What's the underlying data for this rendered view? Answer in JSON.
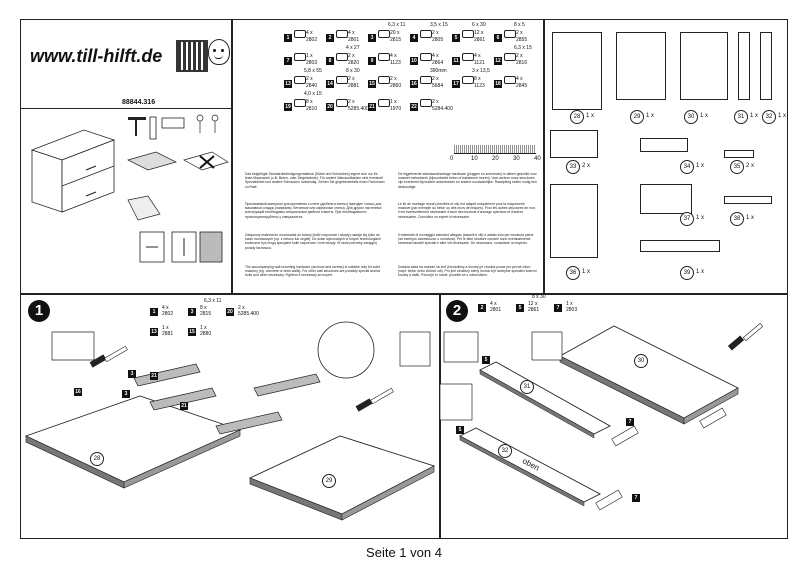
{
  "brand": {
    "logo_text": "www.till-hilft.de"
  },
  "article_number": "88844.316",
  "footer": {
    "page_label": "Seite 1 von 4"
  },
  "hardware": [
    {
      "id": "1",
      "qty": "4 x",
      "code": "2802"
    },
    {
      "id": "2",
      "qty": "4 x",
      "code": "2801"
    },
    {
      "id": "3",
      "qty": "20 x",
      "spec": "6,3 x 11",
      "code": "2815"
    },
    {
      "id": "4",
      "qty": "2 x",
      "spec": "3,5 x 15",
      "code": "2805"
    },
    {
      "id": "5",
      "qty": "12 x",
      "spec": "6 x 30",
      "code": "2861"
    },
    {
      "id": "6",
      "qty": "2 x",
      "spec": "8 x 5",
      "code": "2855"
    },
    {
      "id": "7",
      "qty": "1 x",
      "code": "2803"
    },
    {
      "id": "8",
      "qty": "2 x",
      "spec": "4 x 27",
      "code": "2820"
    },
    {
      "id": "9",
      "qty": "4 x",
      "code": "1123"
    },
    {
      "id": "10",
      "qty": "4 x",
      "code": "2864"
    },
    {
      "id": "11",
      "qty": "4 x",
      "code": "1121"
    },
    {
      "id": "12",
      "qty": "2 x",
      "spec": "6,3 x 15",
      "code": "2816"
    },
    {
      "id": "13",
      "qty": "2 x",
      "spec": "5,8 x 55",
      "code": "2840"
    },
    {
      "id": "14",
      "qty": "2 x",
      "spec": "8 x 30",
      "code": "2881"
    },
    {
      "id": "15",
      "qty": "2 x",
      "code": "2860"
    },
    {
      "id": "16",
      "qty": "2 x",
      "spec": "390mm",
      "code": "5684"
    },
    {
      "id": "17",
      "qty": "8 x",
      "spec": "3 x 13,5",
      "code": "1123"
    },
    {
      "id": "18",
      "qty": "4 x",
      "code": "2845"
    },
    {
      "id": "19",
      "qty": "8 x",
      "spec": "4,0 x 15",
      "code": "2810"
    },
    {
      "id": "20",
      "qty": "2 x",
      "code": "5285.400"
    },
    {
      "id": "21",
      "qty": "1 x",
      "code": "1970"
    },
    {
      "id": "22",
      "qty": "2 x",
      "code": "5284.400"
    }
  ],
  "ruler": {
    "ticks": [
      "0",
      "10",
      "20",
      "30",
      "40"
    ]
  },
  "parts": [
    {
      "id": "28",
      "qty": "1 x"
    },
    {
      "id": "29",
      "qty": "1 x"
    },
    {
      "id": "30",
      "qty": "1 x"
    },
    {
      "id": "31",
      "qty": "1 x"
    },
    {
      "id": "32",
      "qty": "1 x"
    },
    {
      "id": "33",
      "qty": "2 x"
    },
    {
      "id": "34",
      "qty": "1 x"
    },
    {
      "id": "35",
      "qty": "2 x"
    },
    {
      "id": "36",
      "qty": "1 x"
    },
    {
      "id": "37",
      "qty": "1 x"
    },
    {
      "id": "38",
      "qty": "1 x"
    },
    {
      "id": "39",
      "qty": "1 x"
    }
  ],
  "warnings": {
    "de": "Das beigefügte Standardbefestigungsmaterial (Dübel und Schrauben) eignet sich nur für feste Mauerwerk (z.B. Beton- oder Ziegelwände). Für andere Wandaufbauten sind eventuell Spezialdübel und andere Schrauben notwendig. Ziehen Sie gegebenenfalls einen Fachmann zu Rate.",
    "ru": "Прилагаемый материал для крепления к стене (дюбели и винты) пригоден только для массивных кладок (например, бетонные или кирпичные стены). Для других настенных конструкций необходимы специальные дюбели и винты. При необходимости проконсультируйтесь у специалиста.",
    "pl": "Załączony materiał do mocowania do ściany (kołki rozporowe i wkręty) nadaje się tylko do ścian murowanych (np. z betonu lub cegieł). Do ścian wykonanych w innych technologiach konieczne być mogą specjalne kołki rozporowe i inne wkręty. W razie potrzeby zasięgnij porady fachowca.",
    "en": "The accompanying wall mounting hardware (anchors and screws) is suitable only for solid masonry (eg. concrete or brick walls). For other wall structures are possibly special anchor bolts and other necessary. Fighters if necessary an expert.",
    "nl": "De bijgeleverde standaardmontage hardware (pluggen en schroeven) is alleen geschikt voor massief metselwerk (bijvoorbeeld beton of bakstenen muren). Voor andere muur structuren zijn eventueel bijzondere ankerbouten en andere noodzakelijke. Raadpleeg indien nodig een deskundige.",
    "fr": "Le kit de montage mural (chevilles et vis) est adapté uniquement pour la maçonnerie massive (par exemple du béton ou des murs de briques). Pour les autres structures de mur, il est éventuellement nécessaire d'avoir des boulons d'ancrage spéciaux et d'autres nécessaires. Consultez un expert si nécessaire.",
    "it": "Il materiale di montaggio standard allegato (tasselli e viti) è adatto solo per muratura piena (ad esempio calcestruzzo o muratura). Per le altre strutture murarie sono eventualmente necessari tasselli speciali e altre viti necessarie. Se necessario, consultare un esperto.",
    "cs": "Dodaná sada na montáž na zeď (hmoždinky a šrouby) je vhodná pouze pro pevné zdivo (např. beton nebo cihlové zdi). Pro jiné struktury stěny mohou být nezbytné speciální kotevní šrouby a další. Pokud je to nutné, poraďte se s odborníkem."
  },
  "step1": {
    "step_label": "1",
    "parts_row": [
      {
        "id": "1",
        "qty": "4 x",
        "code": "2802"
      },
      {
        "id": "3",
        "qty": "8 x",
        "spec": "6,3 x 11",
        "code": "2815"
      },
      {
        "id": "20",
        "qty": "2 x",
        "code": "5285.400"
      },
      {
        "id": "13",
        "qty": "1 x",
        "code": "2881"
      },
      {
        "id": "15",
        "qty": "1 x",
        "code": "2880"
      }
    ],
    "callouts": [
      "28",
      "29",
      "16",
      "21",
      "21",
      "3",
      "3"
    ]
  },
  "step2": {
    "step_label": "2",
    "parts_row": [
      {
        "id": "2",
        "qty": "4 x",
        "code": "2801"
      },
      {
        "id": "5",
        "qty": "12 x",
        "spec": "8 x 30",
        "code": "2861"
      },
      {
        "id": "7",
        "qty": "1 x",
        "code": "2803"
      }
    ],
    "side_word": "oben",
    "callouts": [
      "30",
      "31",
      "32",
      "5",
      "5",
      "7",
      "7"
    ]
  }
}
